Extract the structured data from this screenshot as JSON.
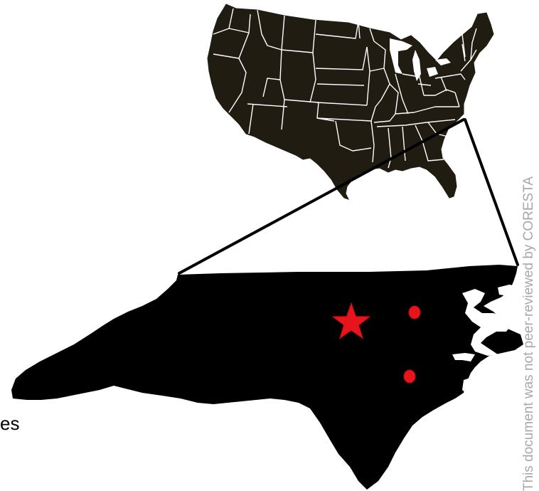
{
  "map": {
    "overview_region": "United States",
    "detail_region": "North Carolina",
    "land_color": "#201c12",
    "detail_color": "#000000",
    "border_color": "#ffffff",
    "marker_color": "#e8141c",
    "markers": [
      {
        "kind": "star",
        "icon": "star-icon"
      },
      {
        "kind": "circle",
        "icon": "circle-marker-icon"
      },
      {
        "kind": "circle",
        "icon": "circle-marker-icon"
      }
    ]
  },
  "labels": {
    "cut_text": "es",
    "watermark": "This document was not peer-reviewed by CORESTA"
  }
}
